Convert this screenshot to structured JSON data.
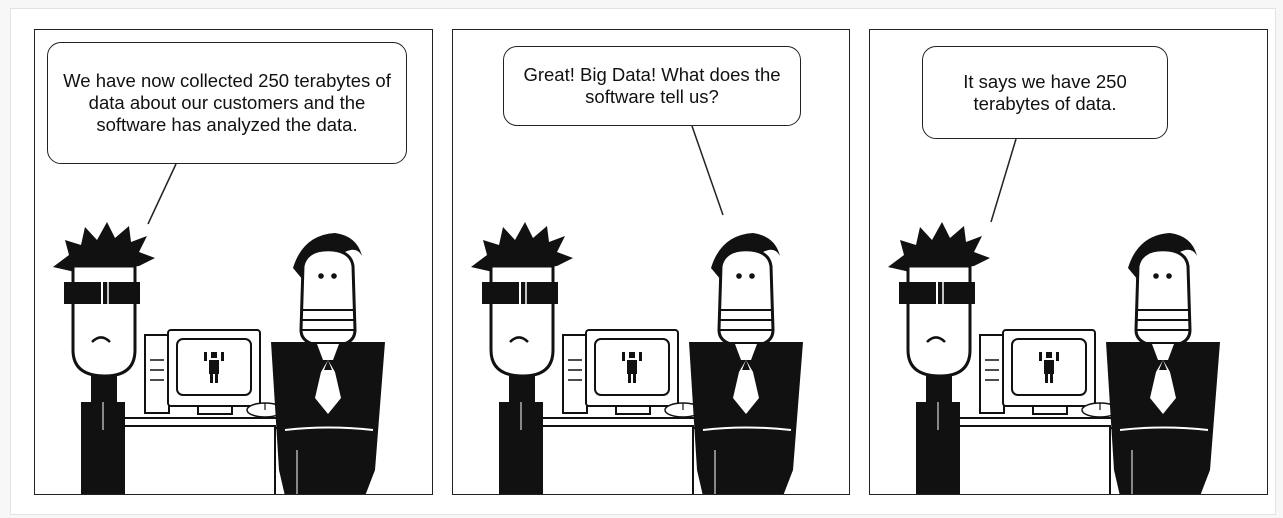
{
  "comic": {
    "panels": [
      {
        "speaker": "left",
        "text": "We have now collected 250 terabytes of data about our customers and the software has analyzed the data."
      },
      {
        "speaker": "right",
        "text": "Great! Big Data! What does the software tell us?"
      },
      {
        "speaker": "left",
        "text": "It says we have 250 terabytes of data."
      }
    ]
  },
  "colors": {
    "ink": "#111111",
    "panel_bg": "#ffffff",
    "page_bg": "#f7f7f7"
  }
}
